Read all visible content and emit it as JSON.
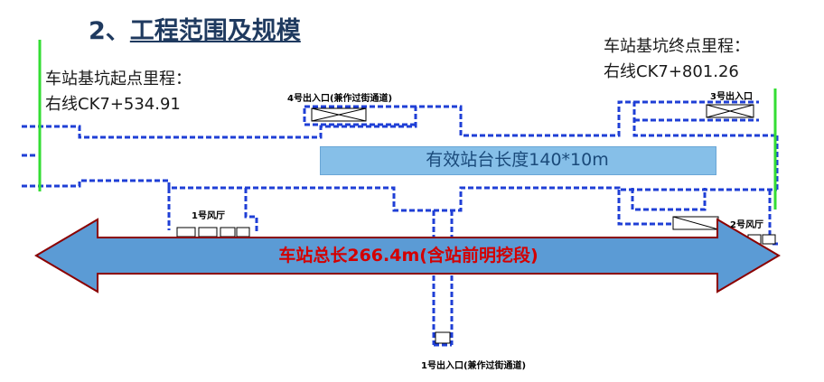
{
  "title": {
    "number": "2、",
    "text": "工程范围及规模"
  },
  "start_mileage": {
    "label": "车站基坑起点里程：",
    "value": "右线CK7+534.91"
  },
  "end_mileage": {
    "label": "车站基坑终点里程：",
    "value": "右线CK7+801.26"
  },
  "platform_label": "有效站台长度140*10m",
  "station_length_label": "车站总长266.4m(含站前明挖段)",
  "entrances": {
    "exit4": "4号出入口(兼作过街通道)",
    "exit3": "3号出入口",
    "exit1": "1号出入口(兼作过街通道)"
  },
  "air_halls": {
    "hall1": "1号风厅",
    "hall2": "2号风厅"
  },
  "colors": {
    "outline": "#1f3fd6",
    "boundary_marker": "#33dd33",
    "platform_fill": "#86bfe8",
    "arrow_fill": "#5b9bd5",
    "arrow_text": "#d40000"
  }
}
